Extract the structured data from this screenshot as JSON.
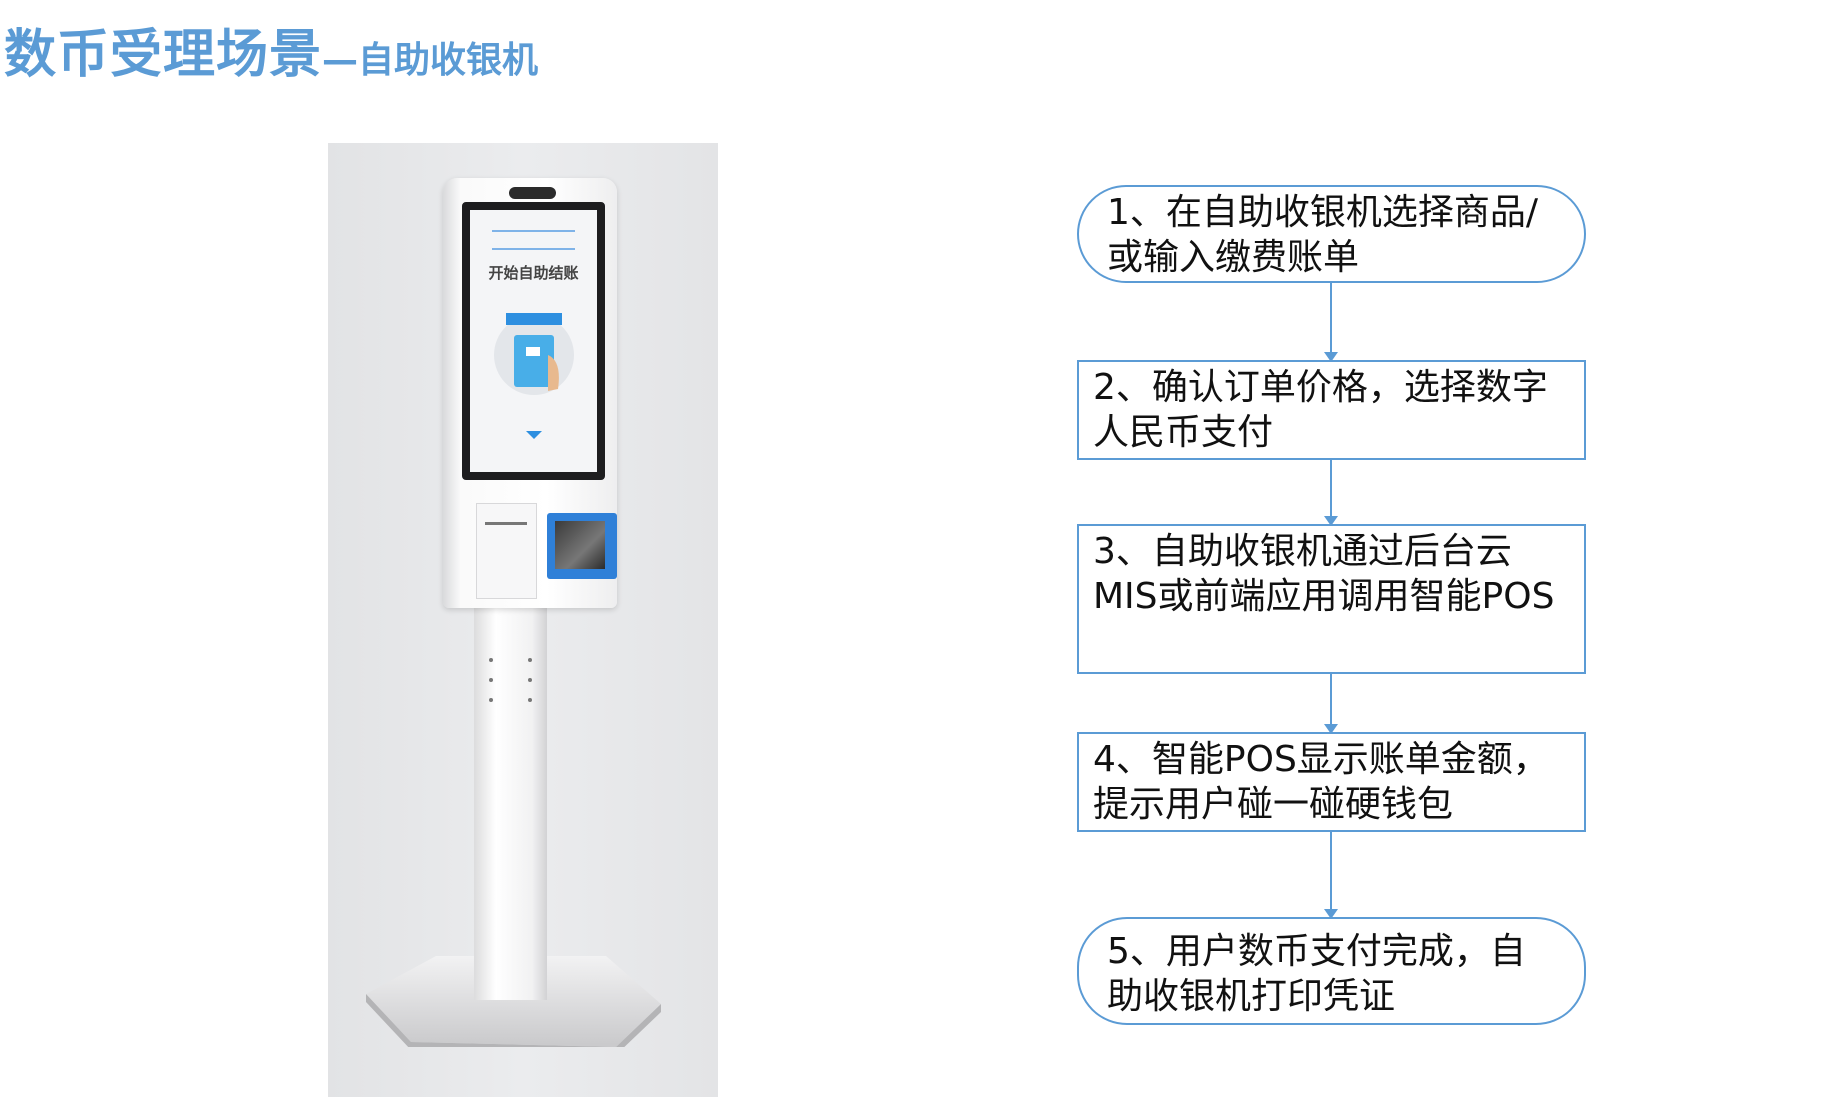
{
  "title": {
    "main": "数币受理场景",
    "sub": "—自助收银机"
  },
  "kiosk": {
    "screen_text": "开始自助结账"
  },
  "steps": [
    {
      "text": "1、在自助收银机选择商品/或输入缴费账单"
    },
    {
      "text": "2、确认订单价格，选择数字人民币支付"
    },
    {
      "text": "3、自助收银机通过后台云MIS或前端应用调用智能POS"
    },
    {
      "text": "4、智能POS显示账单金额，提示用户碰一碰硬钱包"
    },
    {
      "text": "5、用户数币支付完成，自助收银机打印凭证"
    }
  ],
  "colors": {
    "accent": "#5b9bd5"
  }
}
